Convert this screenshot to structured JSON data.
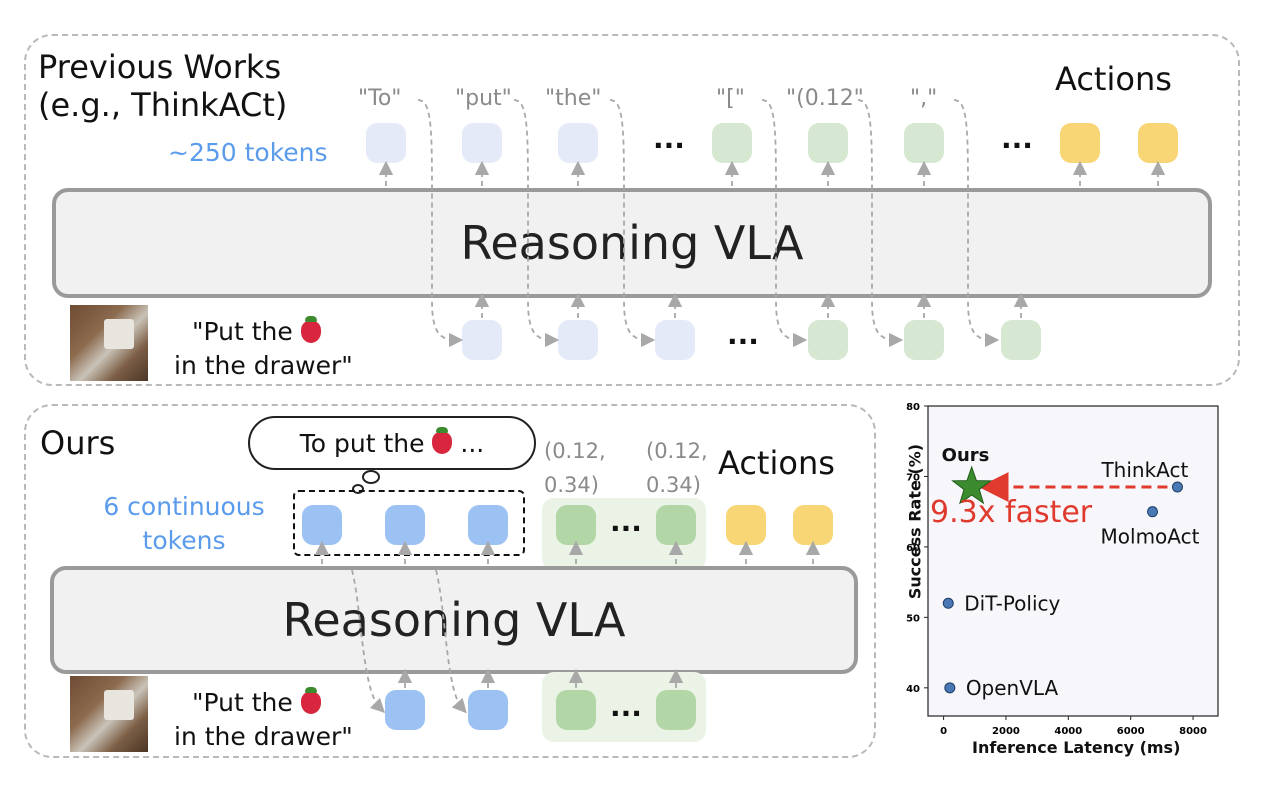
{
  "top": {
    "heading_line1": "Previous Works",
    "heading_line2": "(e.g., ThinkACt)",
    "token_count": "~250 tokens",
    "actions_label": "Actions",
    "output_tokens": [
      "\"To\"",
      "\"put\"",
      "\"the\"",
      "\"[\"",
      "\"(0.12\"",
      "\",\""
    ],
    "ellipsis": "...",
    "vla_label": "Reasoning VLA",
    "instruction_line1_prefix": "\"Put the",
    "instruction_line2": "in the drawer\""
  },
  "bottom": {
    "heading": "Ours",
    "thought": "To put the",
    "thought_suffix": "...",
    "token_count_line1": "6 continuous",
    "token_count_line2": "tokens",
    "actions_label": "Actions",
    "coord1_line1": "(0.12,",
    "coord1_line2": "0.34)",
    "coord2_line1": "(0.12,",
    "coord2_line2": "0.34)",
    "ellipsis": "...",
    "vla_label": "Reasoning VLA",
    "instruction_line1_prefix": "\"Put the",
    "instruction_line2": "in the drawer\""
  },
  "colors": {
    "text_token": "#e4eaf8",
    "action_token": "#d7e8d2",
    "output_action": "#f8d675",
    "continuous_token": "#9bc2f3",
    "accent_blue": "#5b9bec",
    "arrow_red": "#e03a2e",
    "star_green": "#3d8b2f",
    "point_blue": "#4a78b5"
  },
  "chart_data": {
    "type": "scatter",
    "xlabel": "Inference Latency (ms)",
    "ylabel": "Success Rate (%)",
    "xlim": [
      -500,
      8800
    ],
    "ylim": [
      36,
      80
    ],
    "xticks": [
      0,
      2000,
      4000,
      6000,
      8000
    ],
    "yticks": [
      40,
      50,
      60,
      70,
      80
    ],
    "points": [
      {
        "label": "Ours",
        "x": 900,
        "y": 68.5,
        "marker": "star"
      },
      {
        "label": "ThinkAct",
        "x": 7500,
        "y": 68.5,
        "marker": "circle"
      },
      {
        "label": "MolmoAct",
        "x": 6700,
        "y": 65,
        "marker": "circle"
      },
      {
        "label": "DiT-Policy",
        "x": 150,
        "y": 52,
        "marker": "circle"
      },
      {
        "label": "OpenVLA",
        "x": 200,
        "y": 40,
        "marker": "circle"
      }
    ],
    "annotation": "9.3x faster",
    "grid": false
  }
}
